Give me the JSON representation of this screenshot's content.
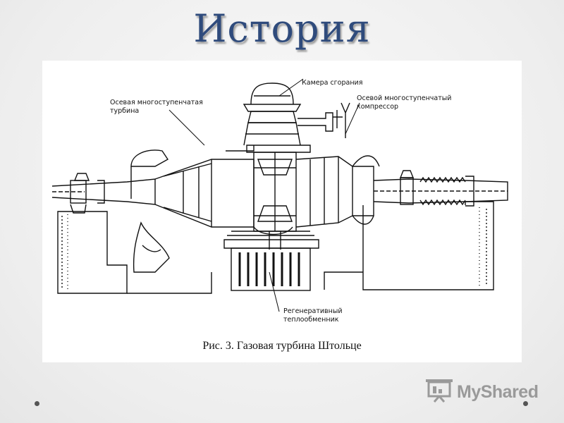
{
  "slide": {
    "title": "История"
  },
  "diagram": {
    "labels": {
      "combustion_chamber": "Камера сгорания",
      "axial_turbine_line1": "Осевая многоступенчатая",
      "axial_turbine_line2": "турбина",
      "axial_compressor_line1": "Осевой многоступенчатый",
      "axial_compressor_line2": "компрессор",
      "heat_exchanger_line1": "Регенеративный",
      "heat_exchanger_line2": "теплообменник"
    },
    "caption": "Рис. 3. Газовая турбина Штольце"
  },
  "watermark": {
    "text": "MyShared",
    "color": "#9a9a9a"
  },
  "colors": {
    "title": "#2f4b7c",
    "line": "#111111"
  }
}
